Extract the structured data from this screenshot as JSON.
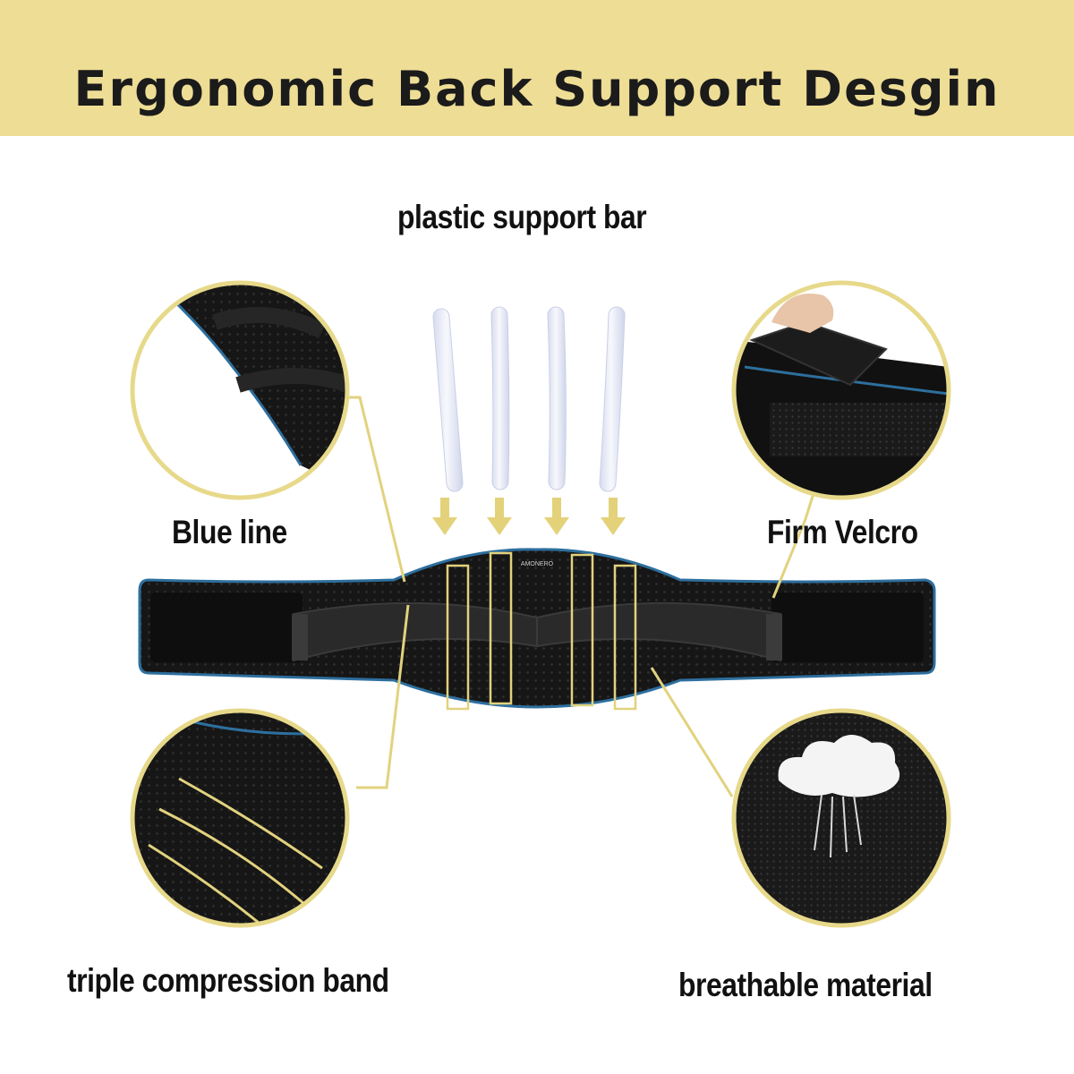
{
  "banner": {
    "title": "Ergonomic Back Support Desgin",
    "color": "#eedd95"
  },
  "labels": {
    "plastic_support_bar": "plastic support bar",
    "blue_line": "Blue line",
    "firm_velcro": "Firm Velcro",
    "triple_compression_band": "triple compression band",
    "breathable_material": "breathable material"
  },
  "belt": {
    "brand_text": "AMONERO"
  },
  "colors": {
    "accent": "#e2d27e",
    "belt": "#151515",
    "edge_trim": "#2d6f9e",
    "support_bar": "#e7ebf8",
    "arrow": "#e4d27a"
  },
  "icons": [
    "down-arrow-icon",
    "cloud-icon",
    "hand-icon"
  ]
}
